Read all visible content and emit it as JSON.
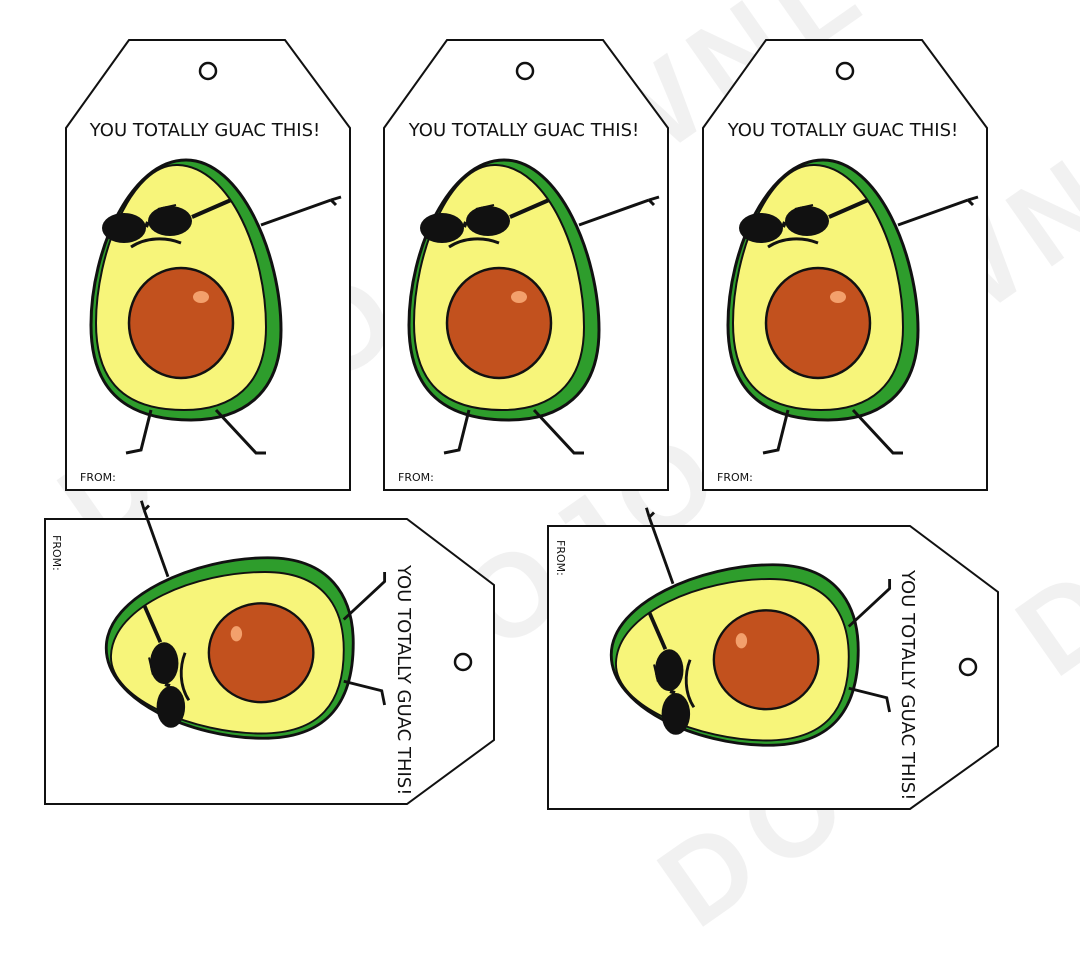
{
  "watermark": "DOJO DOWNLOAD",
  "tags": [
    {
      "caption": "YOU TOTALLY GUAC THIS!",
      "from_label": "FROM:"
    },
    {
      "caption": "YOU TOTALLY GUAC THIS!",
      "from_label": "FROM:"
    },
    {
      "caption": "YOU TOTALLY GUAC THIS!",
      "from_label": "FROM:"
    },
    {
      "caption": "YOU TOTALLY GUAC THIS!",
      "from_label": "FROM:"
    },
    {
      "caption": "YOU TOTALLY GUAC THIS!",
      "from_label": "FROM:"
    }
  ],
  "colors": {
    "skin": "#2e9d2c",
    "flesh": "#f7f57a",
    "pit": "#c2511e",
    "outline": "#111111"
  }
}
